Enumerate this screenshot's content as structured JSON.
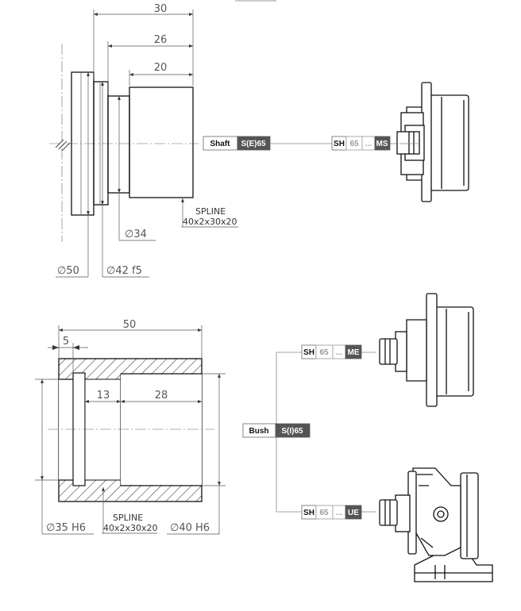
{
  "shaft_drawing": {
    "dim_top": "30",
    "dim_mid": "26",
    "dim_low": "20",
    "dia_34": "∅34",
    "dia_50": "∅50",
    "dia_42": "∅42 f5",
    "spline": [
      "SPLINE",
      "40x2x30x20"
    ]
  },
  "bush_drawing": {
    "dim_50": "50",
    "dim_5": "5",
    "dim_13": "13",
    "dim_28": "28",
    "dia_35": "∅35 H6",
    "dia_40": "∅40 H6",
    "spline": [
      "SPLINE",
      "40x2x30x20"
    ]
  },
  "tags": {
    "shaft": {
      "label": "Shaft",
      "code": "S(E)65"
    },
    "shaft_ms": {
      "cells": [
        "SH",
        "65",
        "...",
        "MS"
      ]
    },
    "bush": {
      "label": "Bush",
      "code": "S(I)65"
    },
    "bush_me": {
      "cells": [
        "SH",
        "65",
        "...",
        "ME"
      ]
    },
    "bush_ue": {
      "cells": [
        "SH",
        "65",
        "...",
        "UE"
      ]
    }
  },
  "colors": {
    "tag_dark": "#555555",
    "tag_light": "#ffffff",
    "tag_muted": "#999999"
  }
}
